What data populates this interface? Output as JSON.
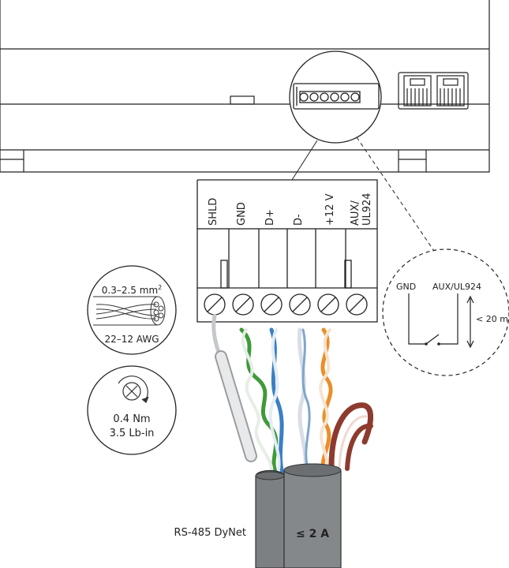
{
  "terminal_labels": [
    "SHLD",
    "GND",
    "D+",
    "D-",
    "+12 V",
    "AUX/",
    "UL924"
  ],
  "wire_spec": {
    "cross_section": "0.3–2.5 mm",
    "cross_section_sup": "2",
    "gauge": "22–12 AWG"
  },
  "torque": {
    "metric": "0.4 Nm",
    "imperial": "3.5 Lb-in"
  },
  "detail": {
    "gnd_label": "GND",
    "aux_label": "AUX/UL924",
    "distance": "< 20 m"
  },
  "cables": {
    "bus_label": "RS-485 DyNet",
    "current_label": "≤ 2 A"
  },
  "colors": {
    "outline": "#222222",
    "shield_wire": "#bfc3c6",
    "gnd_wire": "#3f9a3a",
    "d_plus_wire": "#3b7fc4",
    "aux_wire": "#e98f2a",
    "cable_jacket": "#7a7d80",
    "brown_wire": "#8c3b2e"
  }
}
